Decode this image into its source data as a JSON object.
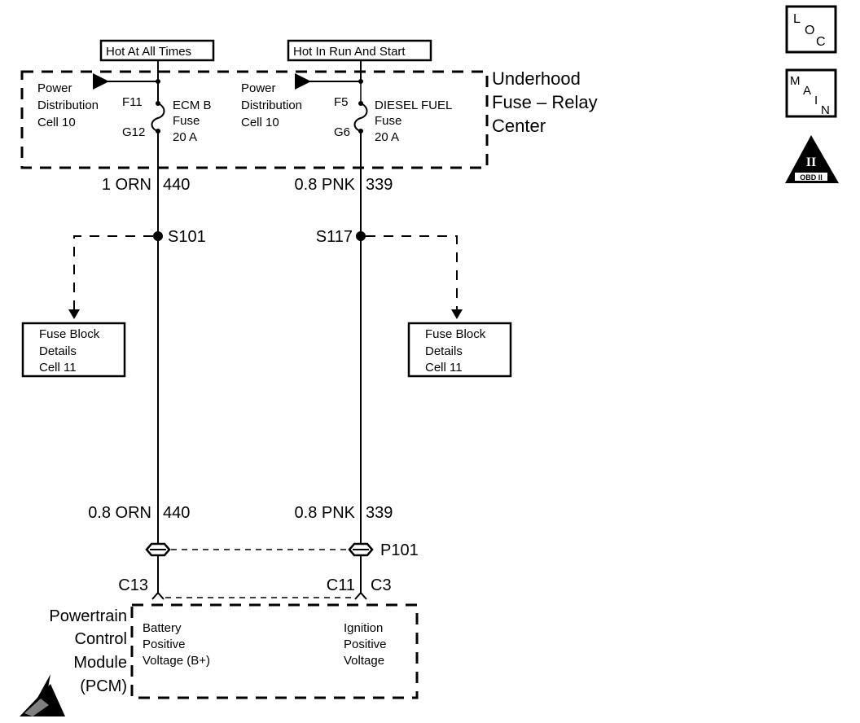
{
  "header": {
    "left_source": "Hot At All Times",
    "right_source": "Hot In Run And Start"
  },
  "fuse_center": {
    "title_lines": [
      "Underhood",
      "Fuse – Relay",
      "Center"
    ],
    "left": {
      "ref_lines": [
        "Power",
        "Distribution",
        "Cell 10"
      ],
      "in_terminal": "F11",
      "out_terminal": "G12",
      "fuse_lines": [
        "ECM B",
        "Fuse",
        "20 A"
      ]
    },
    "right": {
      "ref_lines": [
        "Power",
        "Distribution",
        "Cell 10"
      ],
      "in_terminal": "F5",
      "out_terminal": "G6",
      "fuse_lines": [
        "DIESEL FUEL",
        "Fuse",
        "20 A"
      ]
    }
  },
  "wires": {
    "left_upper": {
      "size_color": "1 ORN",
      "circuit": "440"
    },
    "right_upper": {
      "size_color": "0.8 PNK",
      "circuit": "339"
    },
    "left_lower": {
      "size_color": "0.8 ORN",
      "circuit": "440"
    },
    "right_lower": {
      "size_color": "0.8 PNK",
      "circuit": "339"
    }
  },
  "splices": {
    "left": "S101",
    "right": "S117"
  },
  "fuse_block_refs": {
    "left": [
      "Fuse Block",
      "Details",
      "Cell 11"
    ],
    "right": [
      "Fuse Block",
      "Details",
      "Cell 11"
    ]
  },
  "connector": {
    "name": "P101",
    "left_pin": "C13",
    "right_pin_a": "C11",
    "right_pin_b": "C3"
  },
  "pcm": {
    "title_lines": [
      "Powertrain",
      "Control",
      "Module",
      "(PCM)"
    ],
    "left_input": [
      "Battery",
      "Positive",
      "Voltage (B+)"
    ],
    "right_input": [
      "Ignition",
      "Positive",
      "Voltage"
    ]
  },
  "side_icons": {
    "loc": [
      "L",
      "O",
      "C"
    ],
    "main": [
      "M",
      "A",
      "I",
      "N"
    ],
    "obd": {
      "numeral": "II",
      "label": "OBD II"
    }
  }
}
